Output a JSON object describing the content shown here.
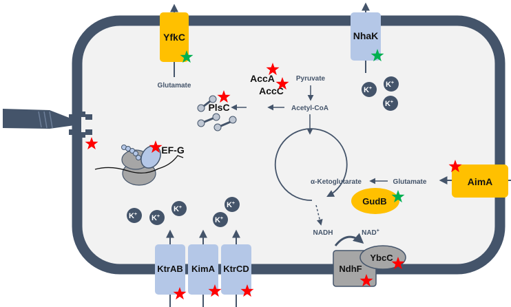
{
  "transporters": {
    "yfkc": "YfkC",
    "nhak": "NhaK",
    "aima": "AimA",
    "ktrab": "KtrAB",
    "kima": "KimA",
    "ktrcd": "KtrCD",
    "ndhf": "NdhF",
    "ybcc": "YbcC"
  },
  "enzymes": {
    "acca": "AccA",
    "accc": "AccC",
    "plsc": "PlsC",
    "efg": "EF-G",
    "gudb": "GudB"
  },
  "metabolites": {
    "glutamate_yfkc": "Glutamate",
    "pyruvate": "Pyruvate",
    "acetyl_coa": "Acetyl-CoA",
    "alpha_kg": "α-Ketoglutarate",
    "glutamate_aima": "Glutamate",
    "nadh": "NADH",
    "nad": "NAD",
    "nad_sup": "+"
  },
  "ions": {
    "k": "K",
    "plus": "+"
  },
  "colors": {
    "membrane": "#44546a",
    "cytoplasm": "#f2f2f2",
    "orange_transporter": "#ffc000",
    "blue_transporter": "#b4c7e7",
    "gray_protein": "#a6a6a6",
    "red_star": "#ff0000",
    "green_star": "#00b050"
  }
}
